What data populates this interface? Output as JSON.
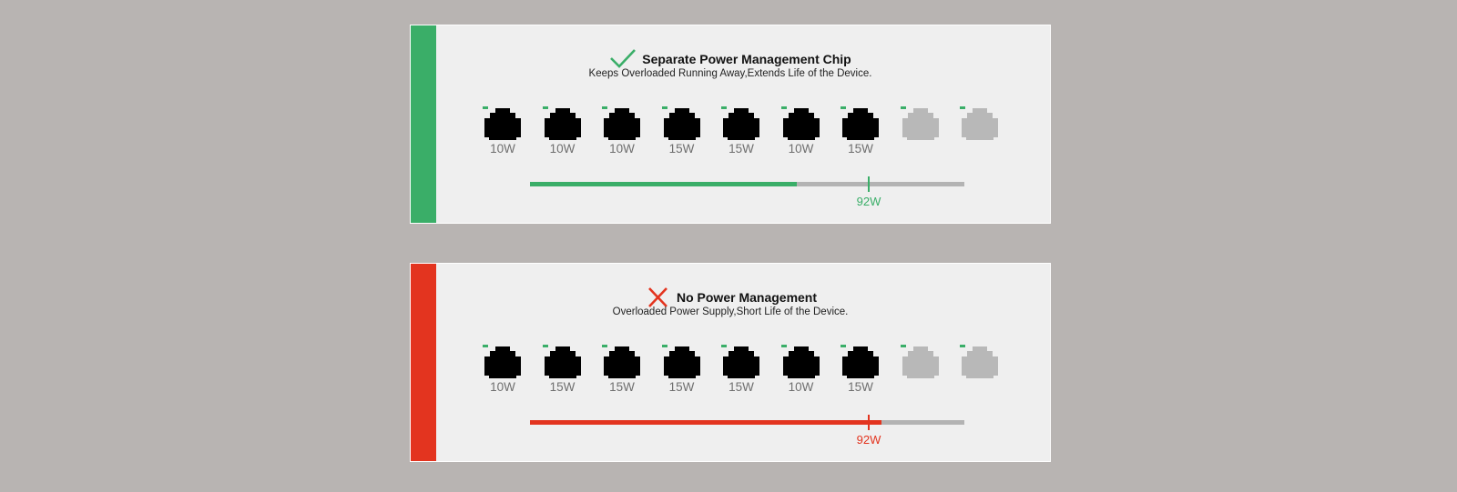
{
  "colors": {
    "good": "#3aae68",
    "bad": "#e3341f",
    "port_active": "#000000",
    "port_inactive": "#b8b8b8",
    "led": "#3aae68",
    "track": "#b3b3b3"
  },
  "panels": [
    {
      "key": "top",
      "status_icon": "checkmark-icon",
      "accent": "#3aae68",
      "title": "Separate Power Management Chip",
      "subtitle": "Keeps Overloaded Running Away,Extends Life of the Device.",
      "ports": [
        {
          "label": "10W",
          "active": true
        },
        {
          "label": "10W",
          "active": true
        },
        {
          "label": "10W",
          "active": true
        },
        {
          "label": "15W",
          "active": true
        },
        {
          "label": "15W",
          "active": true
        },
        {
          "label": "10W",
          "active": true
        },
        {
          "label": "15W",
          "active": true
        },
        {
          "label": "",
          "active": false
        },
        {
          "label": "",
          "active": false
        }
      ],
      "power_fill_fraction": 0.615,
      "limit_fraction": 0.78,
      "limit_label": "92W"
    },
    {
      "key": "bottom",
      "status_icon": "cross-icon",
      "accent": "#e3341f",
      "title": "No Power Management",
      "subtitle": "Overloaded Power Supply,Short Life of the Device.",
      "ports": [
        {
          "label": "10W",
          "active": true
        },
        {
          "label": "15W",
          "active": true
        },
        {
          "label": "15W",
          "active": true
        },
        {
          "label": "15W",
          "active": true
        },
        {
          "label": "15W",
          "active": true
        },
        {
          "label": "10W",
          "active": true
        },
        {
          "label": "15W",
          "active": true
        },
        {
          "label": "",
          "active": false
        },
        {
          "label": "",
          "active": false
        }
      ],
      "power_fill_fraction": 0.81,
      "limit_fraction": 0.78,
      "limit_label": "92W"
    }
  ]
}
